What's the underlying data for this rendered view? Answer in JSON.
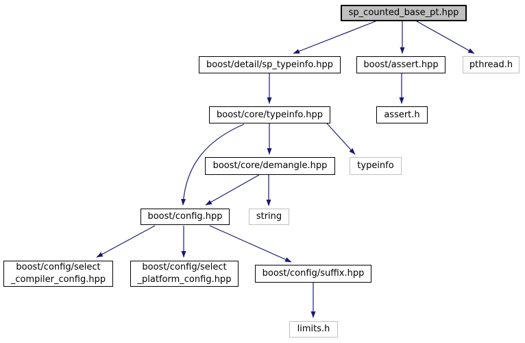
{
  "graph": {
    "colors": {
      "background": "#ffffff",
      "edge": "#191970",
      "node_border": "#000000",
      "external_node_border": "#bfbfbf",
      "main_node_fill": "#bfbfbf",
      "node_fill": "#ffffff",
      "text": "#000000"
    },
    "nodes": [
      {
        "label": "sp_counted_base_pt.hpp",
        "type": "main"
      },
      {
        "label": "boost/detail/sp_typeinfo.hpp",
        "type": "internal"
      },
      {
        "label": "boost/assert.hpp",
        "type": "internal"
      },
      {
        "label": "pthread.h",
        "type": "external"
      },
      {
        "label": "boost/core/typeinfo.hpp",
        "type": "internal"
      },
      {
        "label": "assert.h",
        "type": "internal"
      },
      {
        "label": "boost/core/demangle.hpp",
        "type": "internal"
      },
      {
        "label": "typeinfo",
        "type": "external"
      },
      {
        "label": "boost/config.hpp",
        "type": "internal"
      },
      {
        "label": "string",
        "type": "external"
      },
      {
        "label": "boost/config/select\n_compiler_config.hpp",
        "type": "internal"
      },
      {
        "label": "boost/config/select\n_platform_config.hpp",
        "type": "internal"
      },
      {
        "label": "boost/config/suffix.hpp",
        "type": "internal"
      },
      {
        "label": "limits.h",
        "type": "external"
      }
    ],
    "edges": [
      {
        "from": "sp_counted_base_pt.hpp",
        "to": "boost/detail/sp_typeinfo.hpp"
      },
      {
        "from": "sp_counted_base_pt.hpp",
        "to": "boost/assert.hpp"
      },
      {
        "from": "sp_counted_base_pt.hpp",
        "to": "pthread.h"
      },
      {
        "from": "boost/detail/sp_typeinfo.hpp",
        "to": "boost/core/typeinfo.hpp"
      },
      {
        "from": "boost/assert.hpp",
        "to": "assert.h"
      },
      {
        "from": "boost/core/typeinfo.hpp",
        "to": "boost/core/demangle.hpp"
      },
      {
        "from": "boost/core/typeinfo.hpp",
        "to": "typeinfo"
      },
      {
        "from": "boost/core/typeinfo.hpp",
        "to": "boost/config.hpp"
      },
      {
        "from": "boost/core/demangle.hpp",
        "to": "boost/config.hpp"
      },
      {
        "from": "boost/core/demangle.hpp",
        "to": "string"
      },
      {
        "from": "boost/config.hpp",
        "to": "boost/config/select_compiler_config.hpp"
      },
      {
        "from": "boost/config.hpp",
        "to": "boost/config/select_platform_config.hpp"
      },
      {
        "from": "boost/config.hpp",
        "to": "boost/config/suffix.hpp"
      },
      {
        "from": "boost/config/suffix.hpp",
        "to": "limits.h"
      }
    ]
  }
}
